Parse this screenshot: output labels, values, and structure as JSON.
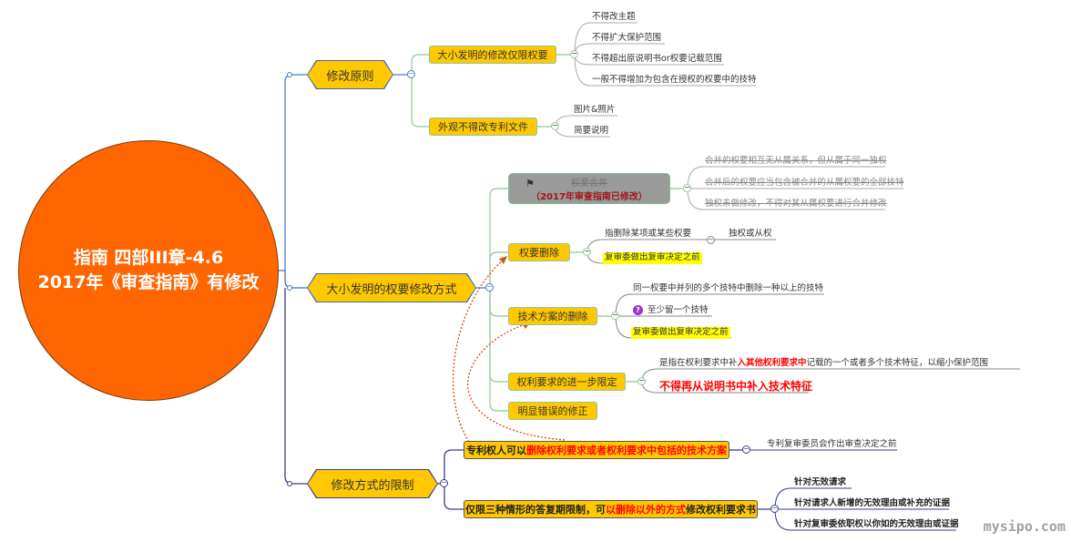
{
  "central": {
    "line1": "指南 四部III章-4.6",
    "line2": "2017年《审查指南》有修改",
    "color": "#ff6600"
  },
  "branches": {
    "principle": {
      "label": "修改原则",
      "children": {
        "claims_only": {
          "label": "大小发明的修改仅限权要",
          "leaves": [
            "不得改主题",
            "不得扩大保护范围",
            "不得超出原说明书or权要记载范围",
            "一般不得增加为包含在授权的权要中的技特"
          ]
        },
        "design": {
          "label": "外观不得改专利文件",
          "leaves": [
            "图片&照片",
            "简要说明"
          ]
        }
      }
    },
    "methods": {
      "label": "大小发明的权要修改方式",
      "children": {
        "merge": {
          "label": "权要合并",
          "note": "（2017年审查指南已修改）",
          "icon": "flag-icon",
          "leaves": [
            "合并的权要相互无从属关系，但从属于同一独权",
            "合并后的权要应当包含被合并的从属权要的全部技特",
            "独权未做修改，不得对其从属权要进行合并修改"
          ]
        },
        "claim_delete": {
          "label": "权要删除",
          "leaf1": "指删除某项或某些权要",
          "leaf1_child": "独权或从权",
          "leaf2": "复审委做出复审决定之前"
        },
        "solution_delete": {
          "label": "技术方案的删除",
          "leaf1": "同一权要中并列的多个技特中删除一种以上的技特",
          "leaf2": "至少留一个技特",
          "leaf3": "复审委做出复审决定之前"
        },
        "further_limit": {
          "label": "权利要求的进一步限定",
          "leaf1_pre": "是指在权利要求中补",
          "leaf1_red": "入其他权利要求中",
          "leaf1_post": "记载的一个或者多个技术特征，以缩小保护范围",
          "leaf2": "不得再从说明书中补入技术特征"
        },
        "obvious_error": {
          "label": "明显错误的修正"
        }
      }
    },
    "limits": {
      "label": "修改方式的限制",
      "children": {
        "patentee": {
          "label_pre": "专利权人可以",
          "label_red": "删除权利要求或者权利要求中包括的技术方案",
          "leaf": "专利复审委员会作出审查决定之前"
        },
        "three_cases": {
          "label_pre": "仅限三种情形的答复期限制，可",
          "label_red": "以删除以外的方式",
          "label_post": "修改权利要求书",
          "leaves": [
            "针对无效请求",
            "针对请求人新增的无效理由或补充的证据",
            "针对复审委依职权以你如的无效理由或证据"
          ]
        }
      }
    }
  },
  "watermark": "mysipo.com",
  "colors": {
    "node_fill": "#ffc800",
    "highlight": "#ffff00",
    "emphasis": "#ff0000",
    "relation": "#cc5a1a"
  }
}
